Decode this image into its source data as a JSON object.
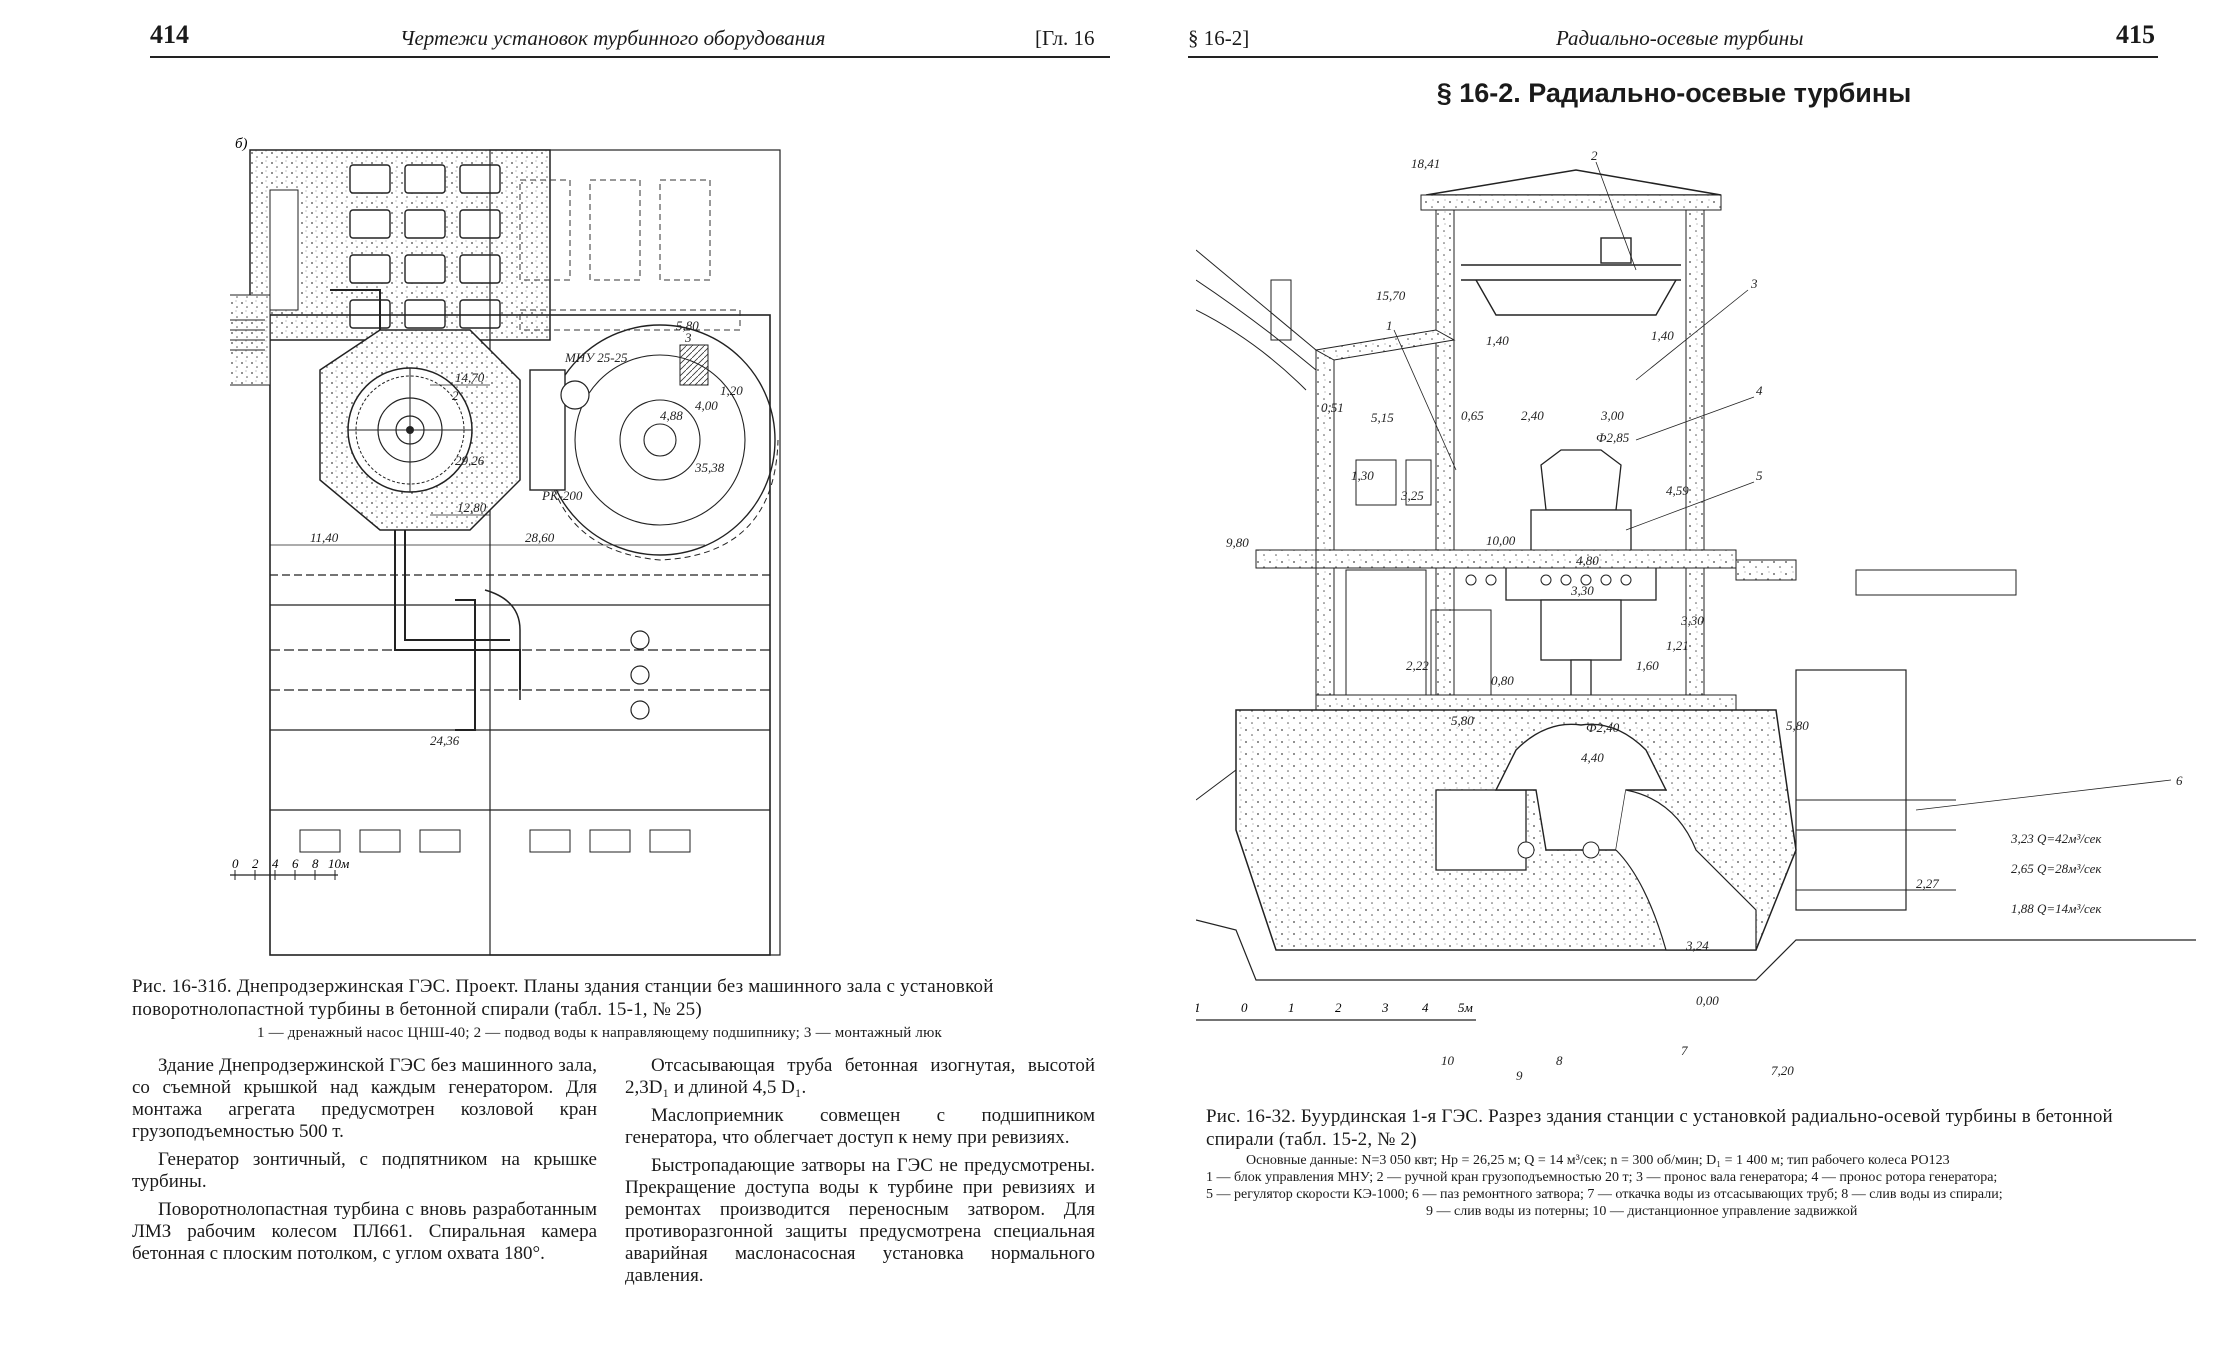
{
  "left_page": {
    "page_number": "414",
    "running_title": "Чертежи установок турбинного оборудования",
    "chapter_ref": "[Гл. 16",
    "figure": {
      "panel_label": "б)",
      "labels": {
        "mnu": "МНУ 25-25",
        "rk": "РК-200",
        "d1470": "14,70",
        "d1280": "12,80",
        "d1140": "11,40",
        "d2860": "28,60",
        "d580": "5,80",
        "d488": "4,88",
        "d400": "4,00",
        "d120": "1,20",
        "lvl2926": "29,26",
        "lvl3538": "35,38",
        "lvl2436": "24,36",
        "n3": "3",
        "n2": "2"
      },
      "scale_ticks": [
        "2",
        "0",
        "2",
        "4",
        "6",
        "8",
        "10м"
      ]
    },
    "caption": "Рис. 16-31б. Днепродзержинская ГЭС. Проект. Планы здания станции без машинного зала с установкой поворотнолопастной турбины в бетонной спирали (табл. 15-1, № 25)",
    "caption_legend": "1 — дренажный насос ЦНШ-40; 2 — подвод воды к направляющему подшипнику; 3 — монтажный люк",
    "col1": [
      "Здание Днепродзержинской ГЭС без машинного зала, со съемной крышкой над каждым генератором. Для монтажа агрегата предусмотрен козловой кран грузоподъемностью 500 т.",
      "Генератор зонтичный, с подпятником на крышке турбины.",
      "Поворотнолопастная турбина с вновь разработанным ЛМЗ рабочим колесом ПЛ661. Спиральная камера бетонная с плоским потолком, с углом охвата 180°."
    ],
    "col2": [
      "Отсасывающая труба бетонная изогнутая, высотой 2,3D₁ и длиной 4,5 D₁.",
      "Маслоприемник совмещен с подшипником генератора, что облегчает доступ к нему при ревизиях.",
      "Быстропадающие затворы на ГЭС не предусмотрены. Прекращение доступа воды к турбине при ревизиях и ремонтах производится переносным затвором. Для противоразгонной защиты предусмотрена специальная аварийная маслонасосная установка нормального давления."
    ]
  },
  "right_page": {
    "section_ref": "§ 16-2]",
    "running_title": "Радиально-осевые турбины",
    "page_number": "415",
    "section_title": "§ 16-2. Радиально-осевые турбины",
    "figure": {
      "labels": {
        "lvl1841": "18,41",
        "lvl1570": "15,70",
        "d140a": "1,40",
        "d140b": "1,40",
        "d051": "0,51",
        "d515": "5,15",
        "d065": "0,65",
        "d240": "2,40",
        "d300": "3,00",
        "phi285": "Ф2,85",
        "d459": "4,59",
        "d130": "1,30",
        "d325": "3,25",
        "lvl980": "9,80",
        "lvl1000": "10,00",
        "d480": "4,80",
        "d330a": "3,30",
        "d330b": "3,30",
        "d121": "1,21",
        "d160": "1,60",
        "d222": "2,22",
        "d080": "0,80",
        "lvl580a": "5,80",
        "lvl580b": "5,80",
        "phi240": "Ф2,40",
        "lvl440": "4,40",
        "q323": "3,23 Q=42м³/сек",
        "q265": "2,65 Q=28м³/сек",
        "q188": "1,88 Q=14м³/сек",
        "d227": "2,27",
        "d324": "3,24",
        "lvl000": "0,00",
        "d720": "7,20",
        "n1": "1",
        "n2": "2",
        "n3": "3",
        "n4": "4",
        "n5": "5",
        "n6": "6",
        "n7": "7",
        "n8": "8",
        "n9": "9",
        "n10": "10"
      },
      "scale_ticks": [
        "1",
        "0",
        "1",
        "2",
        "3",
        "4",
        "5м"
      ]
    },
    "caption": "Рис. 16-32. Буурдинская 1-я ГЭС. Разрез здания станции с установкой радиально-осевой турбины в бетонной спирали (табл. 15-2, № 2)",
    "data_line": "Основные данные: N=3 050 квт; Hр = 26,25 м; Q = 14 м³/сек; n = 300 об/мин; D₁ = 1 400 м; тип рабочего колеса РО123",
    "legend_lines": [
      "1 — блок управления МНУ; 2 — ручной кран грузоподъемностью 20 т; 3 — пронос вала генератора; 4 — пронос ротора генератора;",
      "5 — регулятор скорости КЭ-1000; 6 — паз ремонтного затвора; 7 — откачка воды из отсасывающих труб; 8 — слив воды из спирали;",
      "9 — слив воды из потерны; 10 — дистанционное управление задвижкой"
    ]
  }
}
